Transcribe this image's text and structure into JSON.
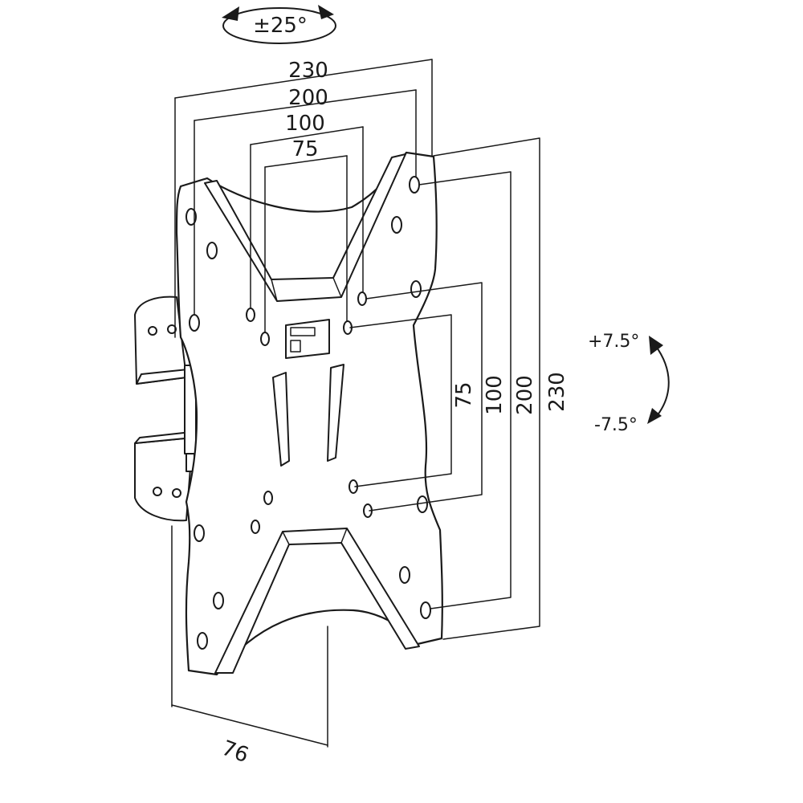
{
  "rotation": {
    "swivel_label": "±25°",
    "tilt_up_label": "+7.5°",
    "tilt_down_label": "-7.5°"
  },
  "dimensions": {
    "horizontal": {
      "d230": "230",
      "d200": "200",
      "d100": "100",
      "d75": "75"
    },
    "vertical": {
      "d75": "75",
      "d100": "100",
      "d200": "200",
      "d230": "230"
    },
    "depth": "76"
  }
}
